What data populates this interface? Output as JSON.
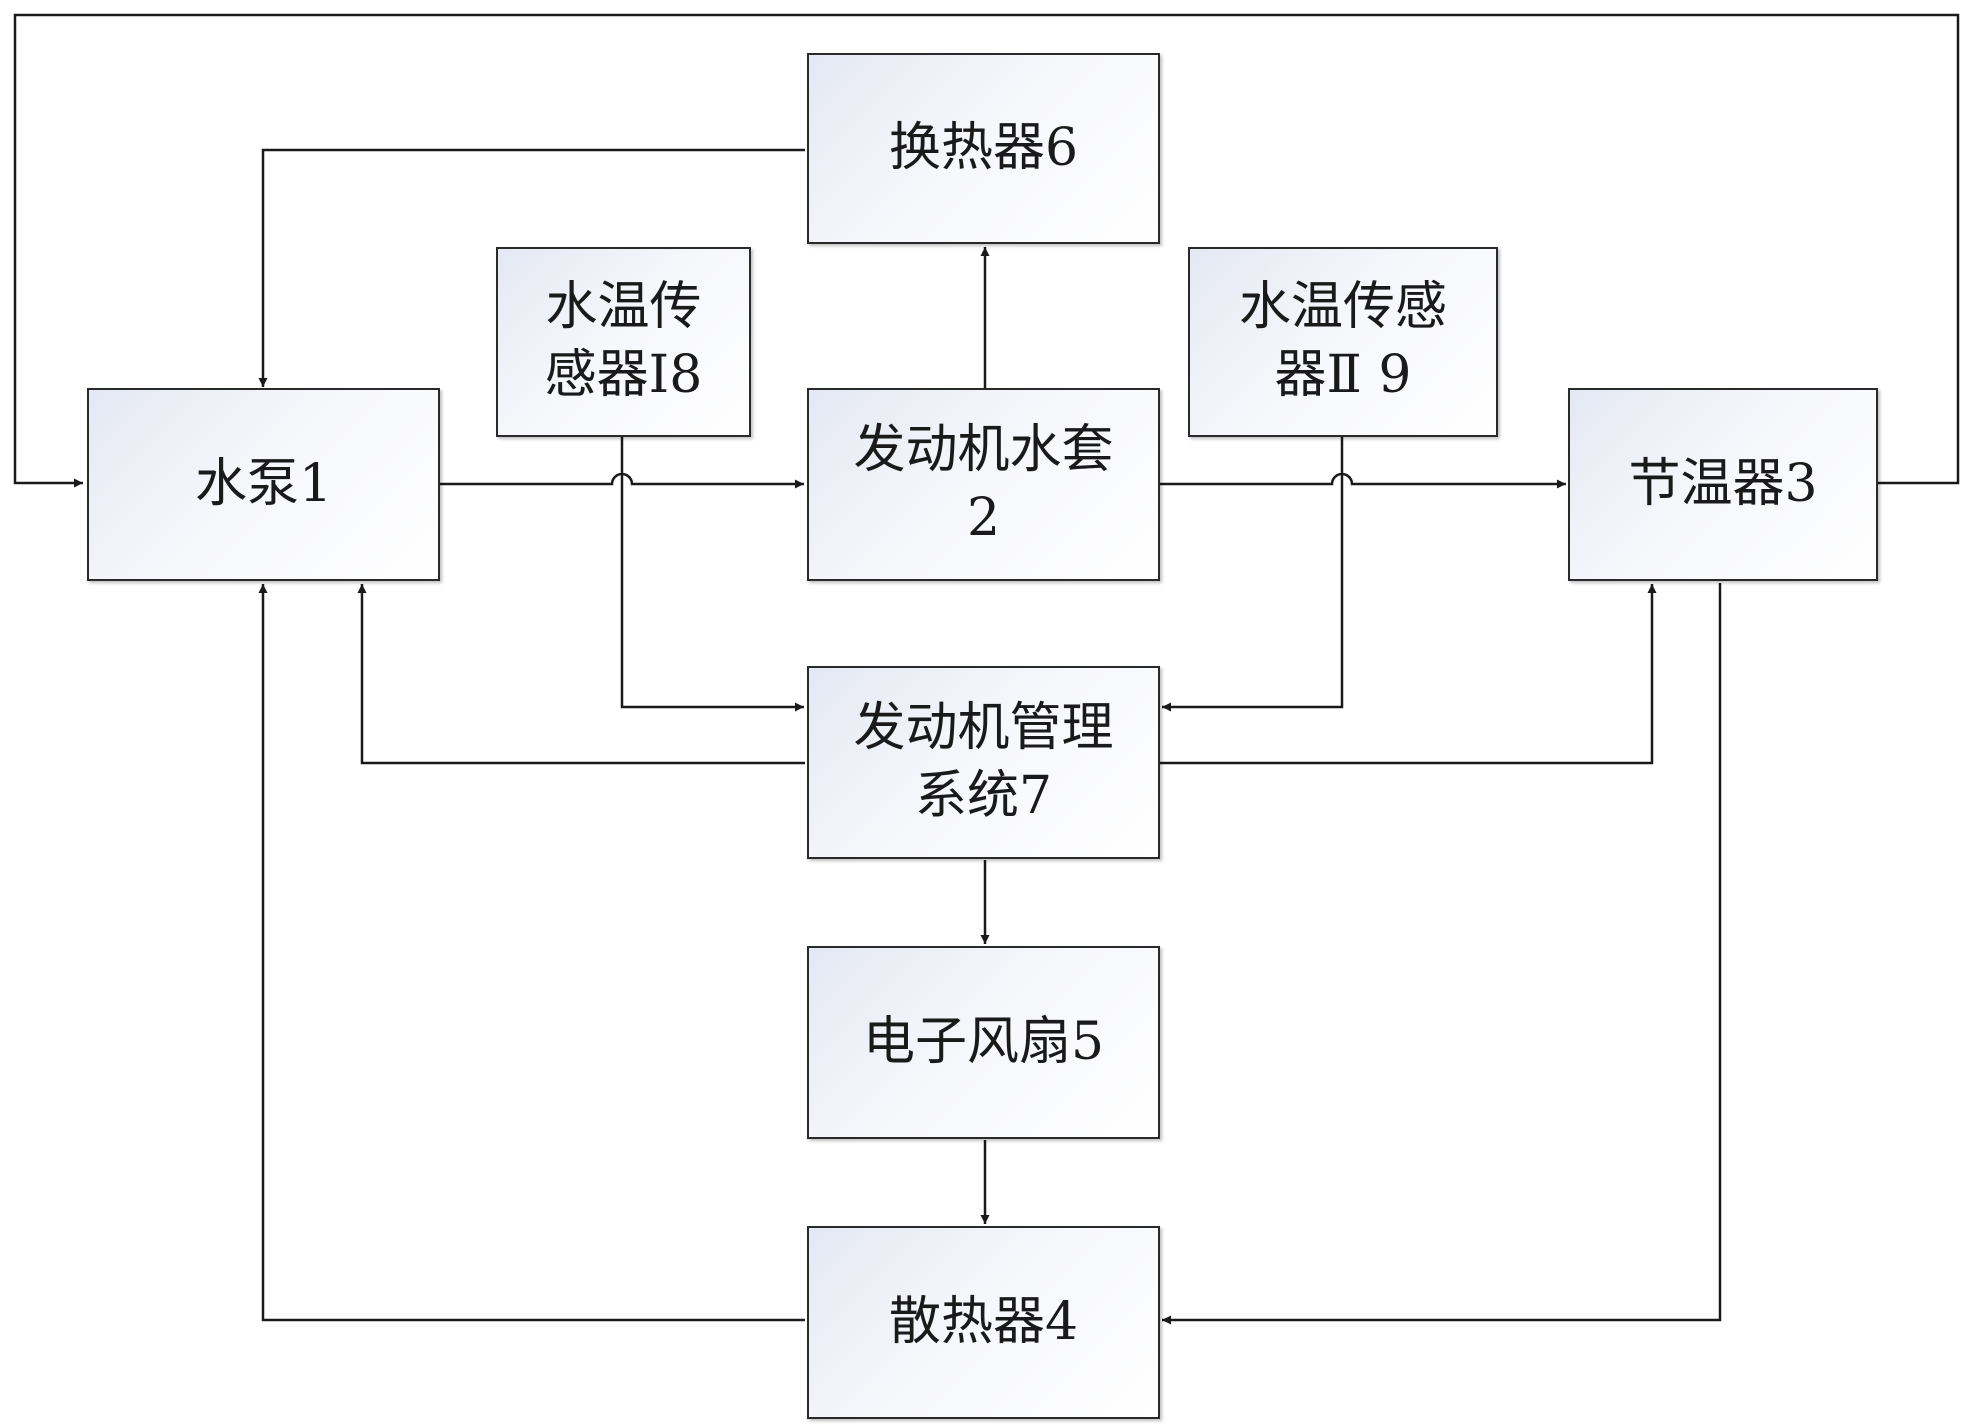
{
  "nodes": {
    "pump": "水泵1",
    "engine_jacket": [
      "发动机水套",
      "2"
    ],
    "thermostat": "节温器3",
    "radiator": "散热器4",
    "fan": "电子风扇5",
    "heat_exchanger": "换热器6",
    "ems": [
      "发动机管理",
      "系统7"
    ],
    "sensor1": [
      "水温传",
      "感器Ⅰ8"
    ],
    "sensor2": [
      "水温传感",
      "器Ⅱ 9"
    ]
  },
  "colors": {
    "line": "#1a1a1a",
    "box_border": "#2a2a2a",
    "box_fill_start": "#e4e8f3"
  }
}
